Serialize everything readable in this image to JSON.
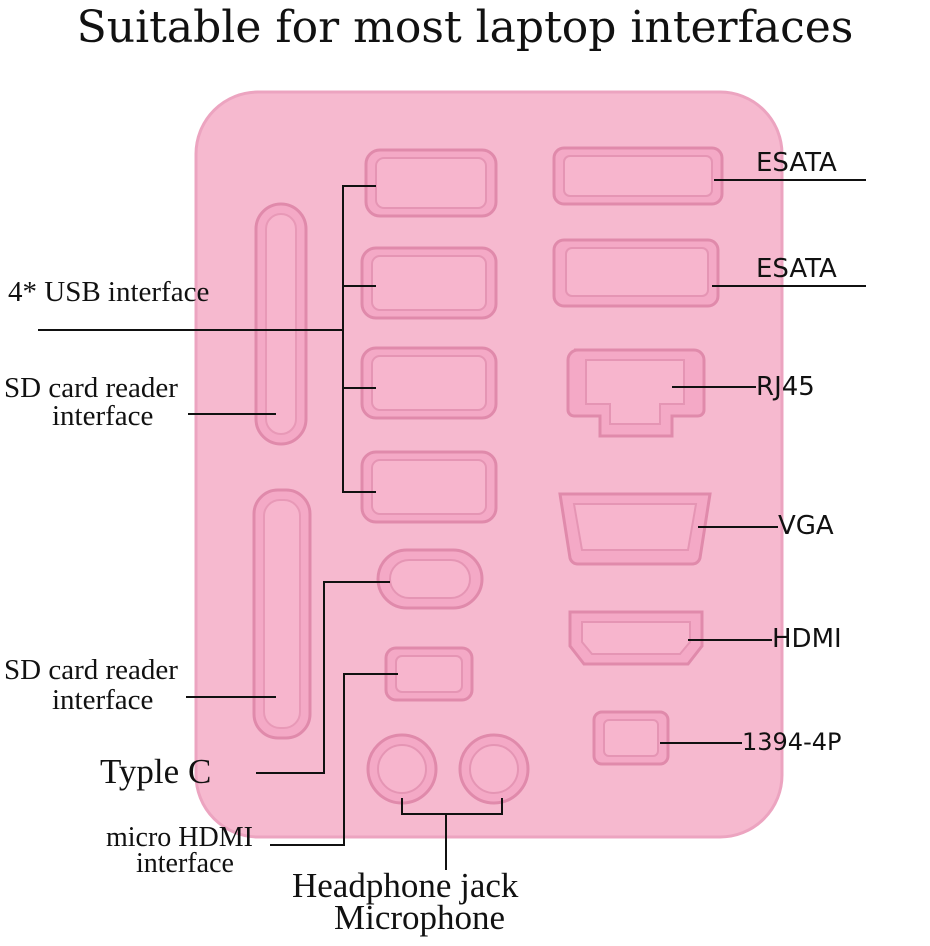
{
  "title": "Suitable for most laptop interfaces",
  "colors": {
    "panel": "#f6b9cf",
    "panel_edge": "#e89cba",
    "plug": "#f4a9c6",
    "plug_edge": "#d9819f",
    "line": "#111111"
  },
  "labels": {
    "usb": "4* USB interface",
    "sd1_line1": "SD card reader",
    "sd1_line2": "interface",
    "sd2_line1": "SD card reader",
    "sd2_line2": "interface",
    "typec": "Typle C",
    "micro_hdmi_line1": "micro HDMI",
    "micro_hdmi_line2": "interface",
    "headphone": "Headphone jack",
    "microphone": "Microphone",
    "esata1": "ESATA",
    "esata2": "ESATA",
    "rj45": "RJ45",
    "vga": "VGA",
    "hdmi": "HDMI",
    "firewire": "1394-4P"
  }
}
